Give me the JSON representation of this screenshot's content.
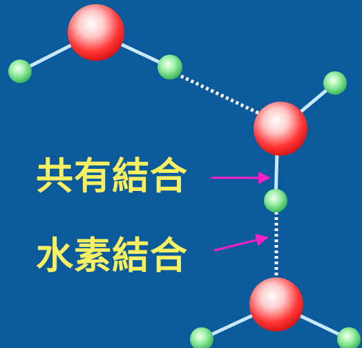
{
  "labels": {
    "covalent_bond": "共有結合",
    "hydrogen_bond": "水素結合"
  },
  "colors": {
    "background": "#0a5a9c",
    "label_text": "#f8f060",
    "annotation_arrow": "#ff20c8",
    "covalent_bond": "#c8e8ff",
    "hydrogen_bond": "#ffffff",
    "oxygen_atom": "#ff3030",
    "hydrogen_atom": "#60e880"
  },
  "atoms": {
    "oxygen": "oxygen-atom",
    "hydrogen": "hydrogen-atom"
  }
}
